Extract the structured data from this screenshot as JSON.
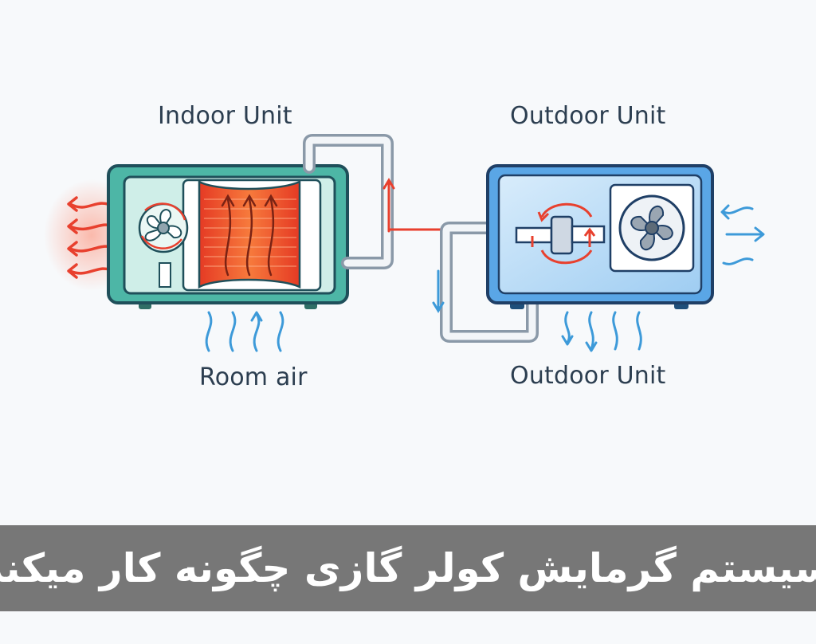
{
  "labels": {
    "indoor_unit": "Indoor Unit",
    "outdoor_unit_top": "Outdoor Unit",
    "room_air": "Room air",
    "outdoor_unit_bottom": "Outdoor Unit"
  },
  "banner": {
    "title": "سیستم گرمایش کولر گازی چگونه کار میکند"
  },
  "icons": {
    "indoor_fan": "fan-icon",
    "outdoor_fan": "fan-icon",
    "compressor": "compressor-icon",
    "heat_exchanger": "heat-coil-icon"
  },
  "colors": {
    "indoor_body": "#4db6a6",
    "indoor_panel": "#cfeee8",
    "outdoor_body": "#5aa6e6",
    "outdoor_panel": "#cfe6fa",
    "hot": "#e8402e",
    "cold": "#3d9ad9",
    "pipe": "#8a99a8",
    "banner_bg": "#777777"
  }
}
